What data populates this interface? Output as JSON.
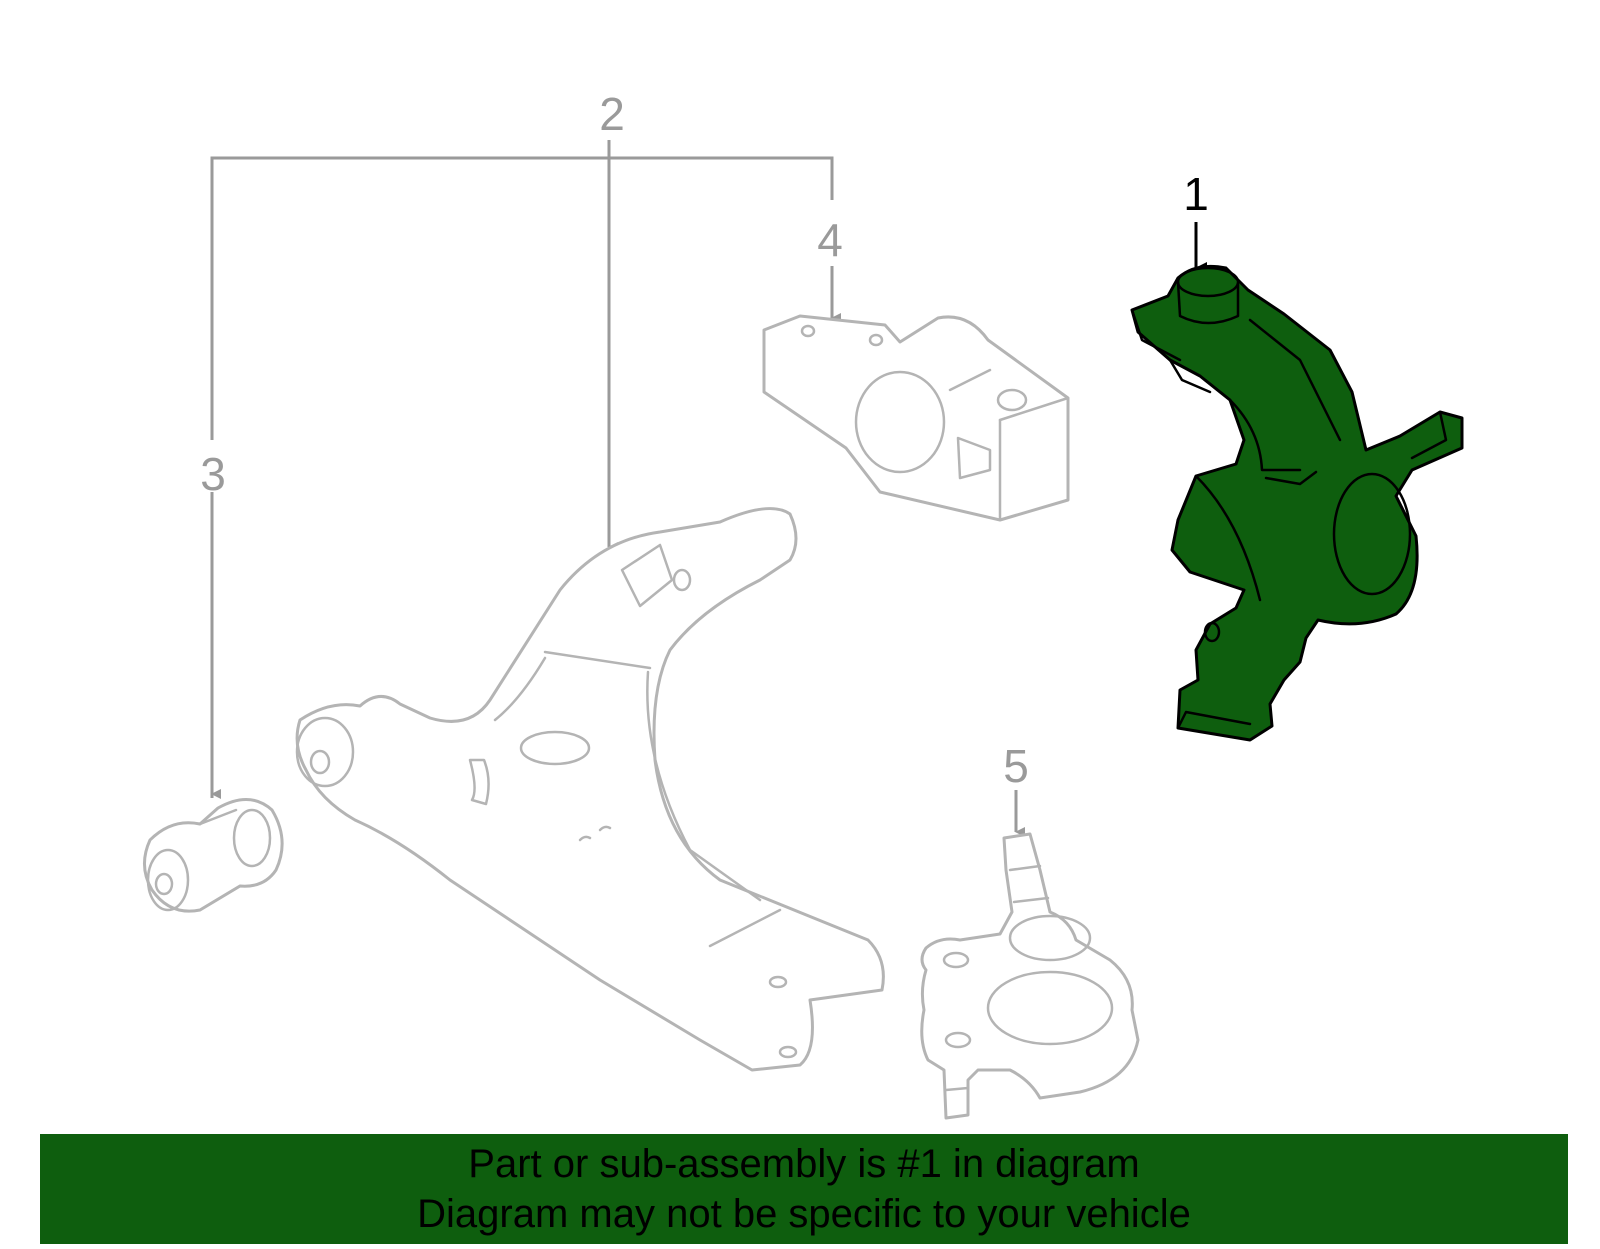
{
  "callouts": {
    "part_1": "1",
    "part_2": "2",
    "part_3": "3",
    "part_4": "4",
    "part_5": "5"
  },
  "banner": {
    "line_1": "Part or sub-assembly is #1 in diagram",
    "line_2": "Diagram may not be specific to your vehicle"
  },
  "colors": {
    "highlight": "#0e5e0e",
    "part_outline": "#b4b4b4",
    "leader_line": "#9a9a9a",
    "highlight_outline": "#000000"
  },
  "icons": {
    "highlighted_part": "steering-knuckle-icon",
    "other_parts": [
      "control-arm-icon",
      "rear-bushing-icon",
      "front-bushing-icon",
      "ball-joint-icon"
    ]
  }
}
